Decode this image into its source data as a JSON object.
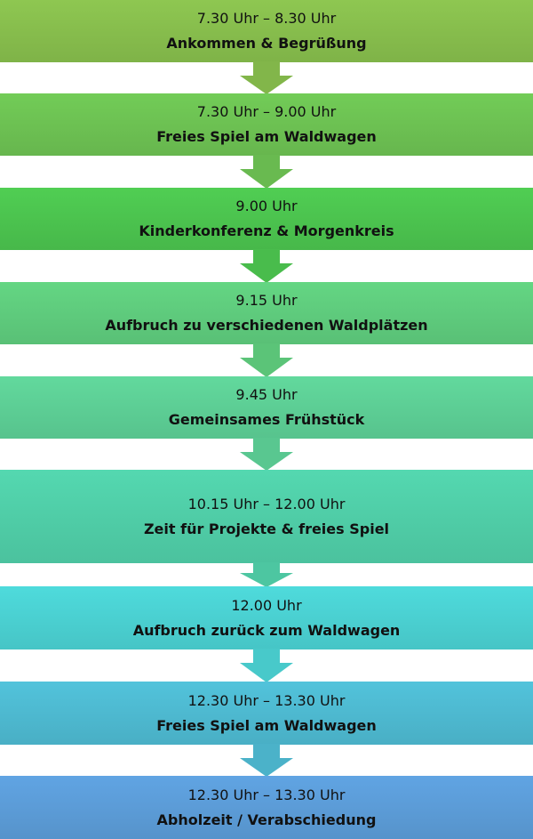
{
  "steps": [
    {
      "time": "7.30 Uhr – 8.30 Uhr",
      "title": "Ankommen & Begrüßung",
      "color": "#86BC4C"
    },
    {
      "time": "7.30 Uhr – 9.00 Uhr",
      "title": "Freies Spiel am Waldwagen",
      "color": "#6CC052"
    },
    {
      "time": "9.00 Uhr",
      "title": "Kinderkonferenz & Morgenkreis",
      "color": "#4BC24E"
    },
    {
      "time": "9.15 Uhr",
      "title": "Aufbruch zu verschiedenen Waldplätzen",
      "color": "#5ECA7C"
    },
    {
      "time": "9.45 Uhr",
      "title": "Gemeinsames Frühstück",
      "color": "#5CCD94"
    },
    {
      "time": "10.15 Uhr – 12.00 Uhr",
      "title": "Zeit für Projekte & freies Spiel",
      "color": "#4FCCA6"
    },
    {
      "time": "12.00 Uhr",
      "title": "Aufbruch zurück zum Waldwagen",
      "color": "#4ACFD0"
    },
    {
      "time": "12.30 Uhr – 13.30 Uhr",
      "title": "Freies Spiel am Waldwagen",
      "color": "#4DB8CF"
    },
    {
      "time": "12.30 Uhr – 13.30 Uhr",
      "title": "Abholzeit / Verabschiedung",
      "color": "#5B9BD6"
    }
  ]
}
